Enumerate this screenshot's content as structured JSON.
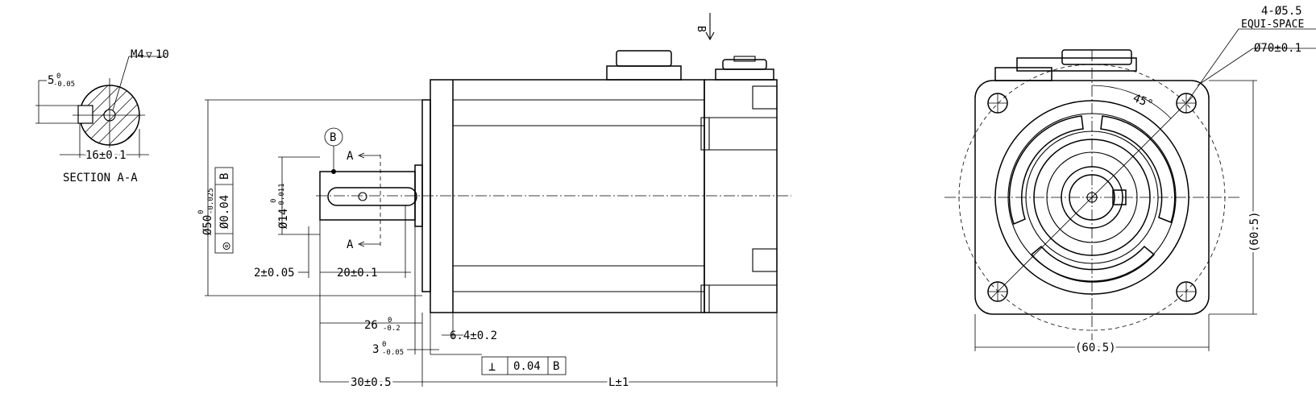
{
  "section": {
    "keyway_depth": "5",
    "keyway_depth_tol_upper": "0",
    "keyway_depth_tol_lower": "-0.05",
    "thread_callout": "M4",
    "thread_depth_symbol": "▽",
    "thread_depth": "10",
    "width": "16±0.1",
    "caption": "SECTION A-A"
  },
  "side": {
    "datum_b": "B",
    "section_mark_top": "A",
    "section_mark_bottom": "A",
    "shaft_diameter": "Ø14",
    "shaft_diameter_tol_upper": "0",
    "shaft_diameter_tol_lower": "-0.011",
    "pilot_diameter": "Ø50",
    "pilot_diameter_tol_upper": "0",
    "pilot_diameter_tol_lower": "-0.025",
    "concentricity_symbol": "◎",
    "concentricity_value": "Ø0.04",
    "concentricity_datum": "B",
    "dim_2": "2±0.05",
    "dim_20": "20±0.1",
    "dim_26": "26",
    "dim_26_tol_upper": "0",
    "dim_26_tol_lower": "-0.2",
    "dim_64": "6.4±0.2",
    "dim_3": "3",
    "dim_3_tol_upper": "0",
    "dim_3_tol_lower": "-0.05",
    "perp_symbol": "⊥",
    "perp_value": "0.04",
    "perp_datum": "B",
    "dim_30": "30±0.5",
    "dim_L": "L±1",
    "view_b_label": "B"
  },
  "front": {
    "holes": "4-Ø5.5",
    "equi_space": "EQUI-SPACE",
    "pcd": "Ø70±0.1",
    "angle": "45°",
    "square_h": "(60.5)",
    "square_v": "(60.5)"
  }
}
